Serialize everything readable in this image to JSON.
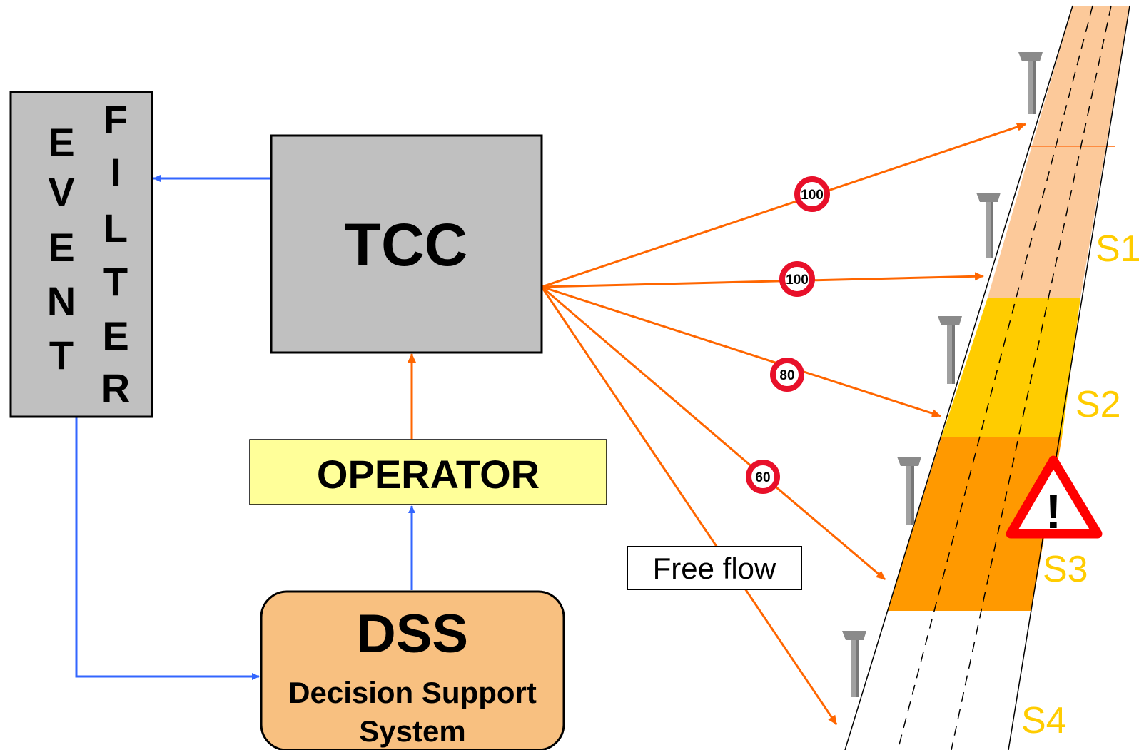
{
  "event_filter": {
    "event_letters": [
      "E",
      "V",
      "E",
      "N",
      "T"
    ],
    "filter_letters": [
      "F",
      "I",
      "L",
      "T",
      "E",
      "R"
    ]
  },
  "tcc": {
    "label": "TCC"
  },
  "operator": {
    "label": "OPERATOR"
  },
  "dss": {
    "title": "DSS",
    "subtitle_line1": "Decision Support",
    "subtitle_line2": "System"
  },
  "free_flow": {
    "label": "Free flow"
  },
  "speed_signs": [
    "100",
    "100",
    "80",
    "60"
  ],
  "sections": [
    "S1",
    "S2",
    "S3",
    "S4"
  ],
  "warning_sign": {
    "symbol": "!"
  },
  "colors": {
    "box_gray": "#c0c0c0",
    "operator_yellow": "#ffff99",
    "dss_orange": "#f8c080",
    "blue_link": "#3366ff",
    "orange_link": "#ff6600",
    "section_s1": "#fcc99a",
    "section_s2": "#ffcc00",
    "section_s3": "#ff9900",
    "section_label": "#ffcc00",
    "sign_red": "#e8102a",
    "warning_red": "#ff0000"
  }
}
